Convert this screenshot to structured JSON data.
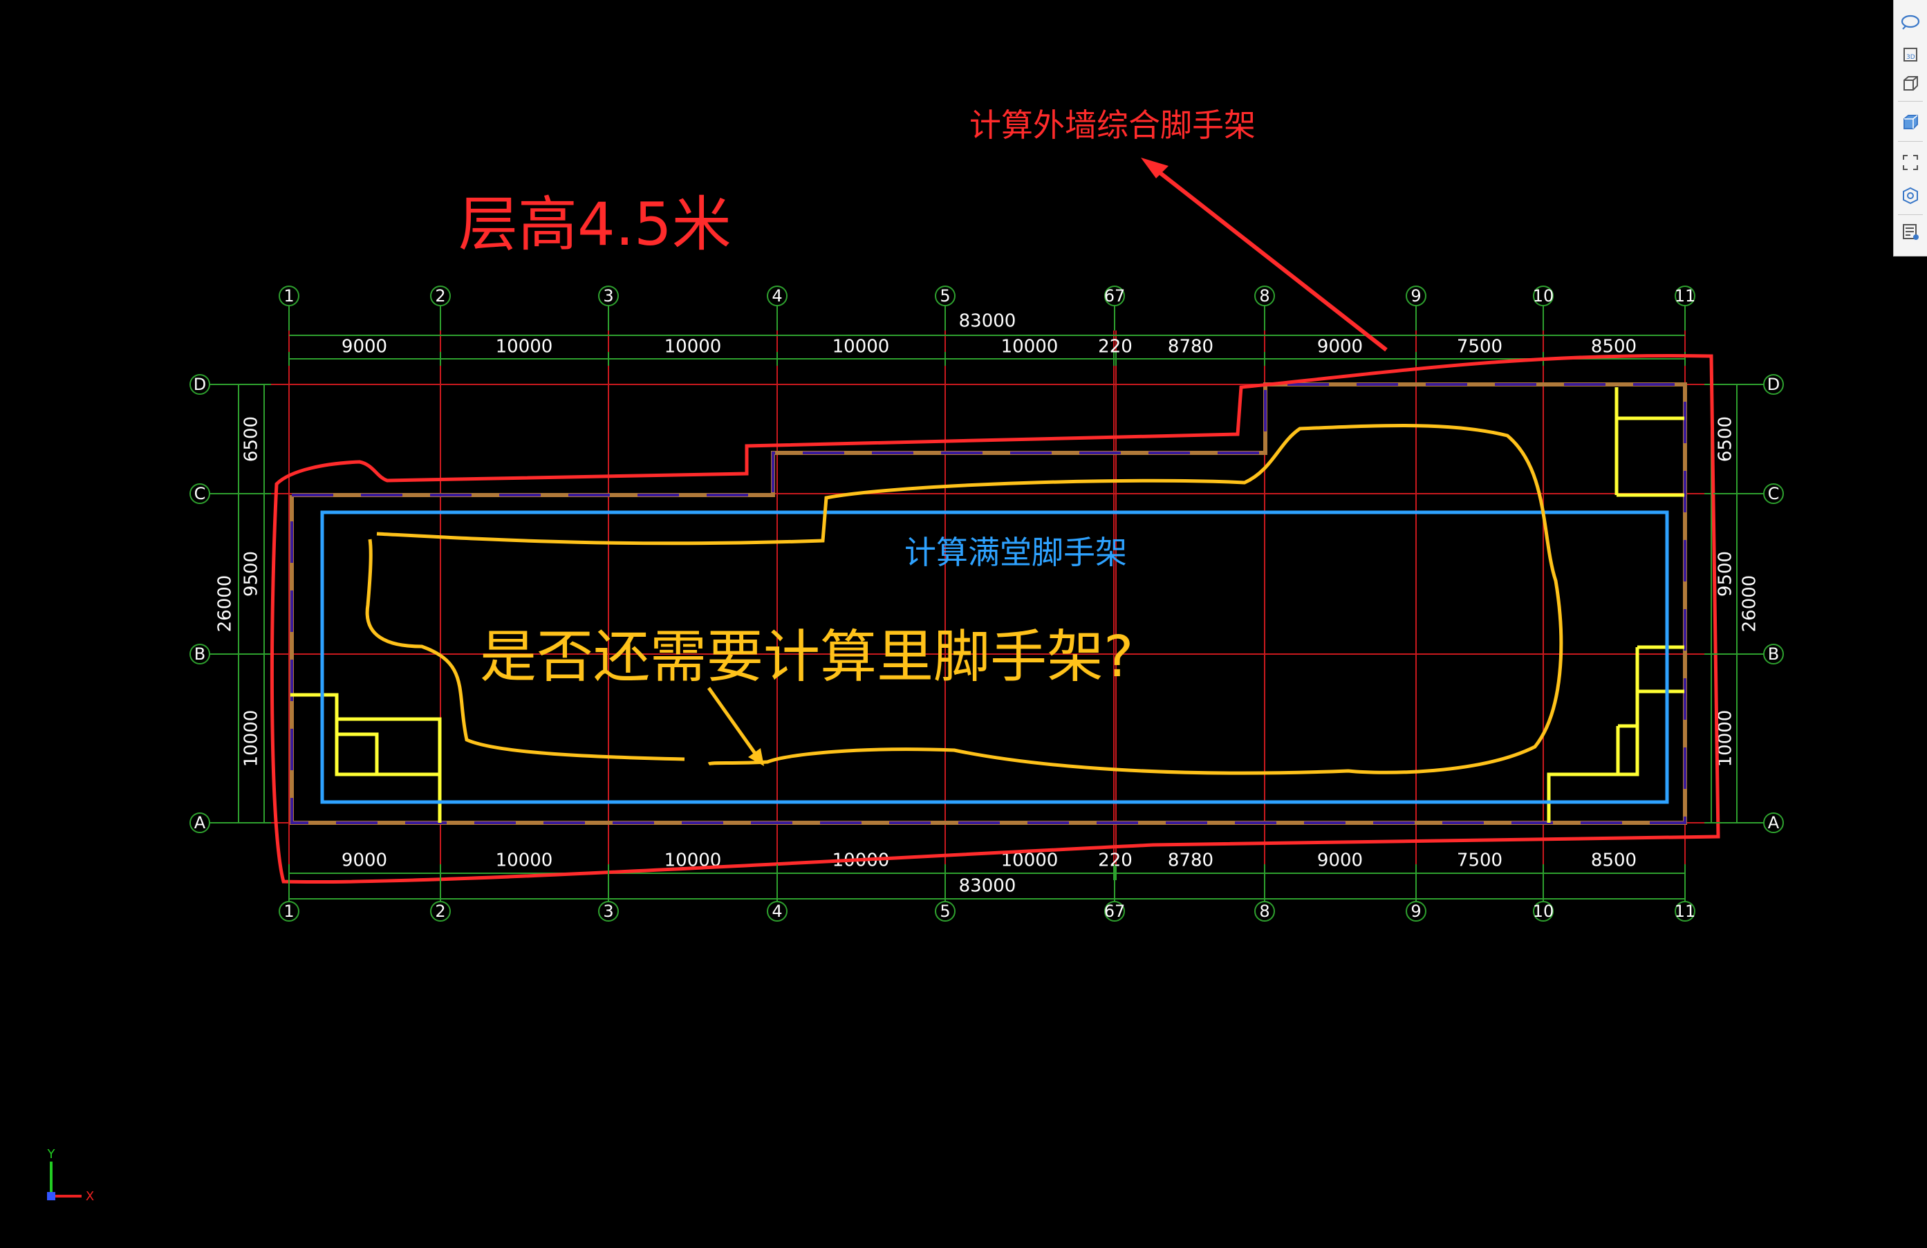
{
  "colors": {
    "background": "#000000",
    "grid_axis": "#c8191e",
    "dimension": "#2ea02e",
    "wall_outer": "#b07a3a",
    "wall_dash": "#3a1a9a",
    "wall_inner": "#ffff33",
    "annotation_red": "#ff2b2b",
    "annotation_yellow": "#ffc21a",
    "annotation_blue": "#2ea2ff"
  },
  "annotations": {
    "floor_height": "层高4.5米",
    "outer_wall_scaffold": "计算外墙综合脚手架",
    "full_hall_scaffold": "计算满堂脚手架",
    "question": "是否还需要计算里脚手架?"
  },
  "drawing": {
    "column_axes": [
      "1",
      "2",
      "3",
      "4",
      "5",
      "6",
      "7",
      "8",
      "9",
      "10",
      "11"
    ],
    "column_axis_bubbles": [
      "1",
      "2",
      "3",
      "4",
      "5",
      "67",
      "8",
      "9",
      "10",
      "11"
    ],
    "row_axes": [
      "A",
      "B",
      "C",
      "D"
    ],
    "top_total_dim": "83000",
    "bottom_total_dim": "83000",
    "col_spans": [
      "9000",
      "10000",
      "10000",
      "10000",
      "10000",
      "220",
      "8780",
      "9000",
      "7500",
      "8500"
    ],
    "left_total_dim": "26000",
    "right_total_dim": "26000",
    "row_spans": [
      "6500",
      "9500",
      "10000"
    ],
    "ucs": {
      "y": "Y",
      "x": "X"
    }
  },
  "toolbar": {
    "items": [
      "orbit-icon",
      "view-3d-icon",
      "box-view-icon",
      "cube-view-icon",
      "fullscreen-icon",
      "settings-cube-icon",
      "layer-list-icon"
    ]
  }
}
